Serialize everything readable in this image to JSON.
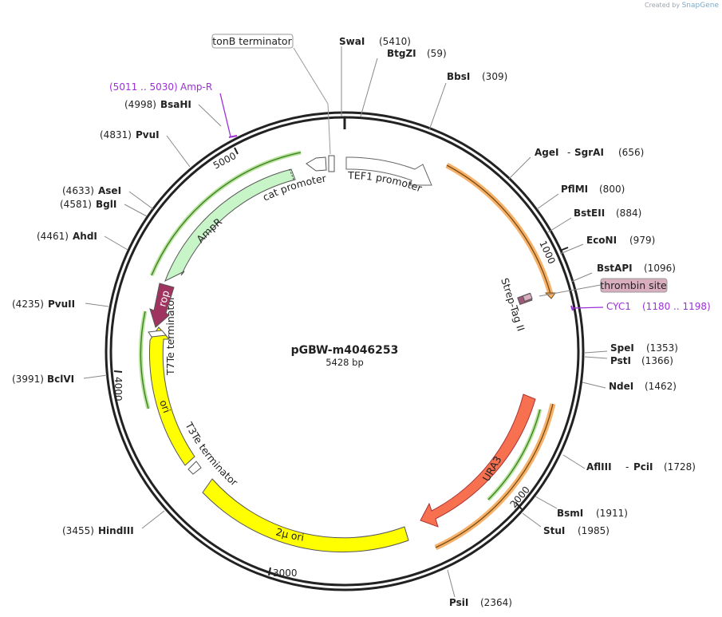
{
  "credit": {
    "prefix": "Created by",
    "brand": "SnapGene"
  },
  "plasmid": {
    "name": "pGBW-m4046253",
    "size": "5428 bp"
  },
  "ticks": [
    "1000",
    "2000",
    "3000",
    "4000",
    "5000"
  ],
  "sites": [
    {
      "name": "SwaI",
      "pos": "(5410)"
    },
    {
      "name": "BtgZI",
      "pos": "(59)"
    },
    {
      "name": "BbsI",
      "pos": "(309)"
    },
    {
      "name": "AgeI",
      "name2": "SgrAI",
      "pos": "(656)"
    },
    {
      "name": "PflMI",
      "pos": "(800)"
    },
    {
      "name": "BstEII",
      "pos": "(884)"
    },
    {
      "name": "EcoNI",
      "pos": "(979)"
    },
    {
      "name": "BstAPI",
      "pos": "(1096)"
    },
    {
      "name": "SpeI",
      "pos": "(1353)"
    },
    {
      "name": "PstI",
      "pos": "(1366)"
    },
    {
      "name": "NdeI",
      "pos": "(1462)"
    },
    {
      "name": "AflIII",
      "name2": "PciI",
      "pos": "(1728)"
    },
    {
      "name": "BsmI",
      "pos": "(1911)"
    },
    {
      "name": "StuI",
      "pos": "(1985)"
    },
    {
      "name": "PsiI",
      "pos": "(2364)"
    },
    {
      "name": "HindIII",
      "pos": "(3455)"
    },
    {
      "name": "BclVI",
      "pos": "(3991)"
    },
    {
      "name": "PvuII",
      "pos": "(4235)"
    },
    {
      "name": "AhdI",
      "pos": "(4461)"
    },
    {
      "name": "BglI",
      "pos": "(4581)"
    },
    {
      "name": "AseI",
      "pos": "(4633)"
    },
    {
      "name": "PvuI",
      "pos": "(4831)"
    },
    {
      "name": "BsaHI",
      "pos": "(4998)"
    }
  ],
  "primers": [
    {
      "name": "Amp-R",
      "range": "(5011 .. 5030)"
    },
    {
      "name": "CYC1",
      "range": "(1180 .. 1198)"
    }
  ],
  "features": {
    "tef1": "TEF1 promoter",
    "strep": "Strep-Tag II",
    "thrombin": "thrombin site",
    "ura3": "URA3",
    "two_micron": "2μ ori",
    "t3te": "T3Te terminator",
    "ori": "ori",
    "t7te": "T7Te terminator",
    "rop": "rop",
    "ampr": "AmpR",
    "cat": "cat promoter",
    "tonb": "tonB terminator"
  },
  "colors": {
    "backbone": "#222222",
    "orange": "#f6b26b",
    "green": "#b6e39a",
    "ura3": "#f7704f",
    "two_micron": "#ffff00",
    "rop": "#a03460",
    "ampr": "#c8f5c8",
    "primer": "#9b30d9",
    "thrombin": "#d9aebf"
  }
}
